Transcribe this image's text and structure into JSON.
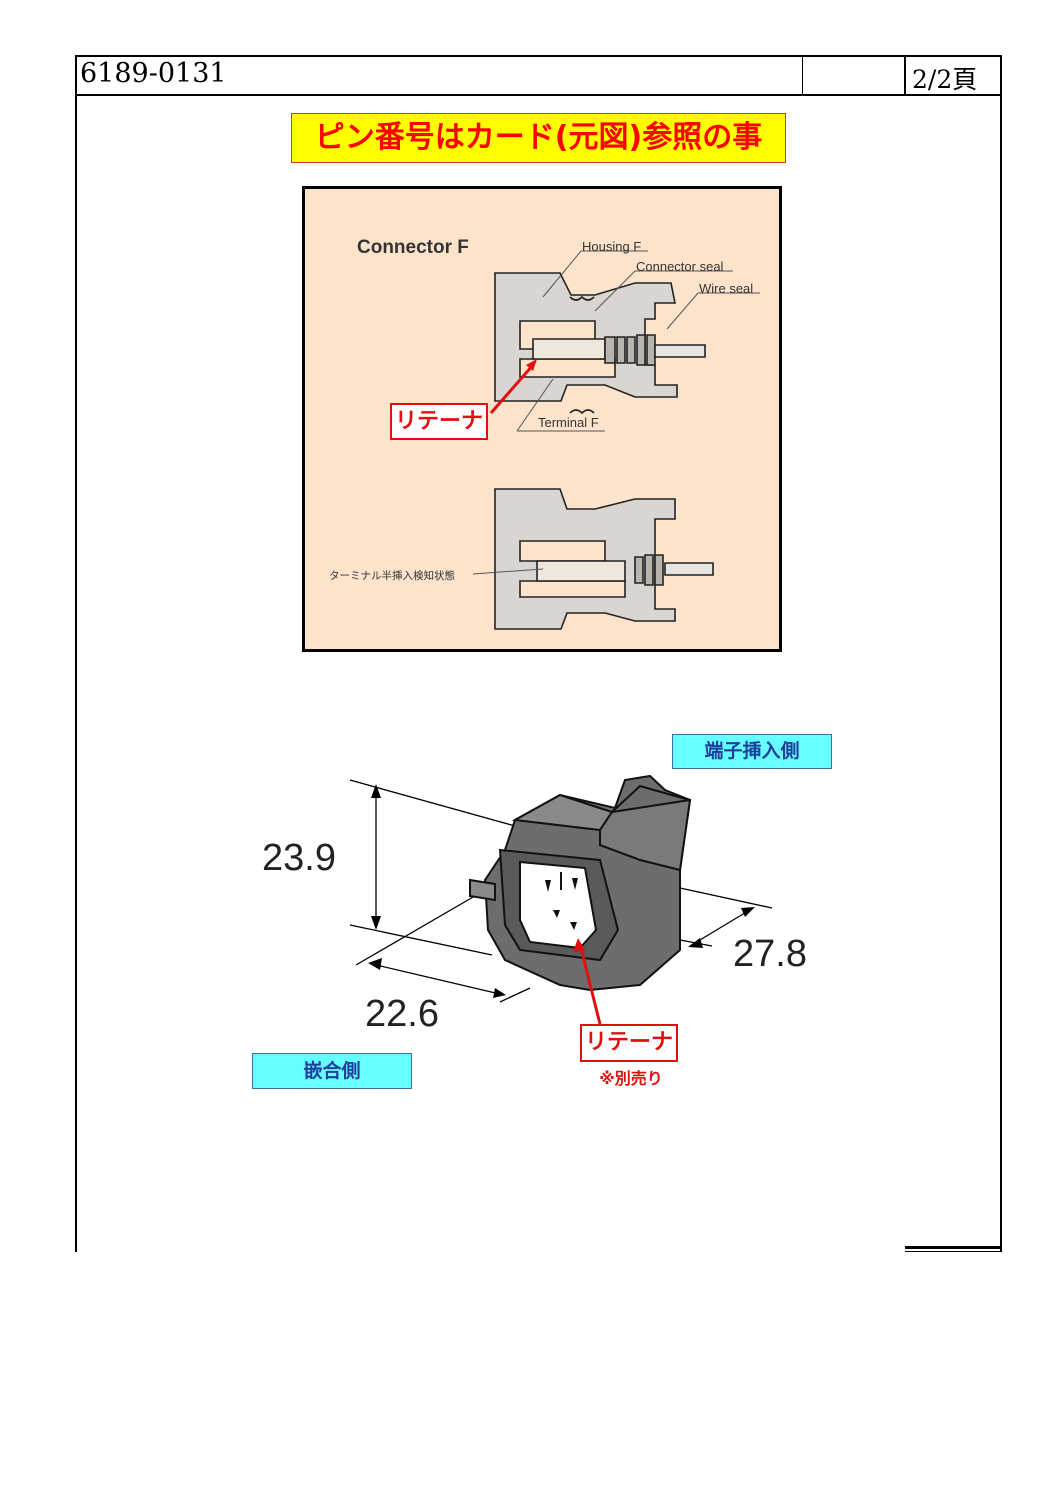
{
  "header": {
    "doc_number": "6189-0131",
    "page_indicator": "2/2頁"
  },
  "notice": "ピン番号はカード(元図)参照の事",
  "cross_section": {
    "title": "Connector F",
    "labels": {
      "housing": "Housing F",
      "connector_seal": "Connector seal",
      "wire_seal": "Wire seal",
      "terminal": "Terminal F",
      "half_insertion": "ターミナル半挿入検知状態"
    },
    "retainer_callout": "リテーナ"
  },
  "iso_view": {
    "terminal_side_label": "端子挿入側",
    "mating_side_label": "嵌合側",
    "dimensions": {
      "height": "23.9",
      "width": "22.6",
      "depth": "27.8"
    },
    "retainer_callout": "リテーナ",
    "sold_separately": "※別売り"
  },
  "colors": {
    "notice_bg": "#ffff00",
    "notice_text": "#ff0000",
    "panel_bg": "#fce4cc",
    "label_bg": "#66ffff",
    "label_text": "#1f3e9e",
    "callout_red": "#e01010"
  }
}
